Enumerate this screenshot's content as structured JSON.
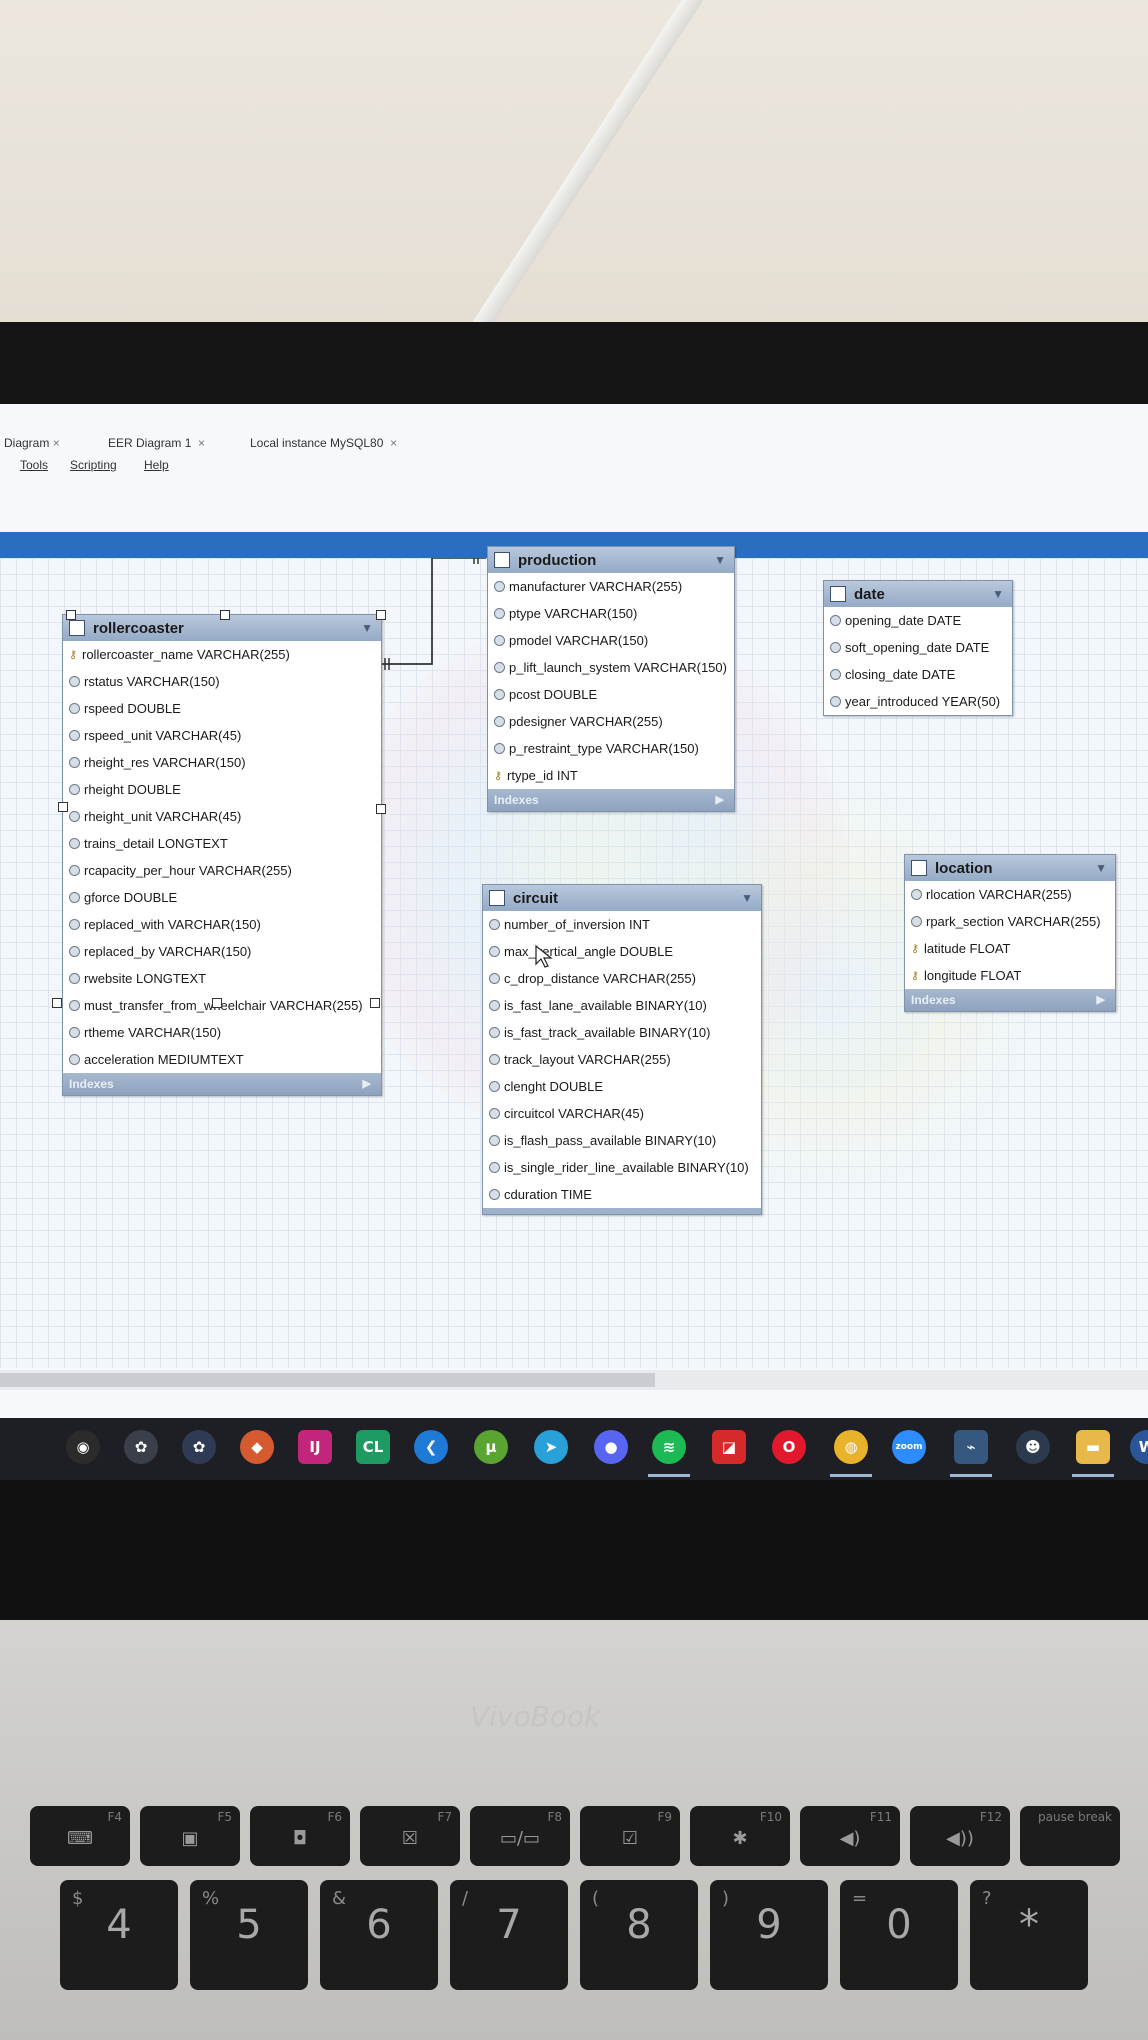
{
  "tabs": [
    {
      "label": "Diagram"
    },
    {
      "label": "EER Diagram 1"
    },
    {
      "label": "Local instance MySQL80"
    }
  ],
  "tab_close": "×",
  "menu": [
    "Tools",
    "Scripting",
    "Help"
  ],
  "tables": {
    "rollercoaster": {
      "title": "rollercoaster",
      "columns": [
        {
          "text": "rollercoaster_name VARCHAR(255)",
          "kind": "key"
        },
        {
          "text": "rstatus VARCHAR(150)",
          "kind": "field"
        },
        {
          "text": "rspeed DOUBLE",
          "kind": "field"
        },
        {
          "text": "rspeed_unit VARCHAR(45)",
          "kind": "field"
        },
        {
          "text": "rheight_res VARCHAR(150)",
          "kind": "field"
        },
        {
          "text": "rheight DOUBLE",
          "kind": "field"
        },
        {
          "text": "rheight_unit VARCHAR(45)",
          "kind": "field"
        },
        {
          "text": "trains_detail LONGTEXT",
          "kind": "field"
        },
        {
          "text": "rcapacity_per_hour VARCHAR(255)",
          "kind": "field"
        },
        {
          "text": "gforce DOUBLE",
          "kind": "field"
        },
        {
          "text": "replaced_with VARCHAR(150)",
          "kind": "field"
        },
        {
          "text": "replaced_by VARCHAR(150)",
          "kind": "field"
        },
        {
          "text": "rwebsite LONGTEXT",
          "kind": "field"
        },
        {
          "text": "must_transfer_from_wheelchair VARCHAR(255)",
          "kind": "field"
        },
        {
          "text": "rtheme VARCHAR(150)",
          "kind": "field"
        },
        {
          "text": "acceleration MEDIUMTEXT",
          "kind": "field"
        }
      ],
      "footer": "Indexes"
    },
    "production": {
      "title": "production",
      "columns": [
        {
          "text": "manufacturer VARCHAR(255)",
          "kind": "field"
        },
        {
          "text": "ptype VARCHAR(150)",
          "kind": "field"
        },
        {
          "text": "pmodel VARCHAR(150)",
          "kind": "field"
        },
        {
          "text": "p_lift_launch_system VARCHAR(150)",
          "kind": "field"
        },
        {
          "text": "pcost DOUBLE",
          "kind": "field"
        },
        {
          "text": "pdesigner VARCHAR(255)",
          "kind": "field"
        },
        {
          "text": "p_restraint_type VARCHAR(150)",
          "kind": "field"
        },
        {
          "text": "rtype_id INT",
          "kind": "key"
        }
      ],
      "footer": "Indexes"
    },
    "date": {
      "title": "date",
      "columns": [
        {
          "text": "opening_date DATE",
          "kind": "field"
        },
        {
          "text": "soft_opening_date DATE",
          "kind": "field"
        },
        {
          "text": "closing_date DATE",
          "kind": "field"
        },
        {
          "text": "year_introduced YEAR(50)",
          "kind": "field"
        }
      ]
    },
    "location": {
      "title": "location",
      "columns": [
        {
          "text": "rlocation VARCHAR(255)",
          "kind": "field"
        },
        {
          "text": "rpark_section VARCHAR(255)",
          "kind": "field"
        },
        {
          "text": "latitude FLOAT",
          "kind": "key"
        },
        {
          "text": "longitude FLOAT",
          "kind": "key"
        }
      ],
      "footer": "Indexes"
    },
    "circuit": {
      "title": "circuit",
      "columns": [
        {
          "text": "number_of_inversion INT",
          "kind": "field"
        },
        {
          "text": "max_vertical_angle DOUBLE",
          "kind": "field"
        },
        {
          "text": "c_drop_distance VARCHAR(255)",
          "kind": "field"
        },
        {
          "text": "is_fast_lane_available BINARY(10)",
          "kind": "field"
        },
        {
          "text": "is_fast_track_available BINARY(10)",
          "kind": "field"
        },
        {
          "text": "track_layout VARCHAR(255)",
          "kind": "field"
        },
        {
          "text": "clenght DOUBLE",
          "kind": "field"
        },
        {
          "text": "circuitcol VARCHAR(45)",
          "kind": "field"
        },
        {
          "text": "is_flash_pass_available BINARY(10)",
          "kind": "field"
        },
        {
          "text": "is_single_rider_line_available BINARY(10)",
          "kind": "field"
        },
        {
          "text": "cduration TIME",
          "kind": "field"
        }
      ]
    }
  },
  "taskbar": [
    {
      "icon": "obs-icon",
      "glyph": "◉",
      "color": "#2b2b2b"
    },
    {
      "icon": "davinci-resolve-icon",
      "glyph": "✿",
      "color": "#3a3f4a"
    },
    {
      "icon": "davinci-resolve-2-icon",
      "glyph": "✿",
      "color": "#2f3a55"
    },
    {
      "icon": "git-icon",
      "glyph": "◆",
      "color": "#d65a2f"
    },
    {
      "icon": "intellij-icon",
      "glyph": "IJ",
      "color": "#c2267b"
    },
    {
      "icon": "clion-icon",
      "glyph": "CL",
      "color": "#1e9b62"
    },
    {
      "icon": "vscode-icon",
      "glyph": "❮",
      "color": "#1f7ad6"
    },
    {
      "icon": "utorrent-icon",
      "glyph": "µ",
      "color": "#5aa531"
    },
    {
      "icon": "telegram-icon",
      "glyph": "➤",
      "color": "#2aa0d9"
    },
    {
      "icon": "discord-icon",
      "glyph": "●",
      "color": "#5865f2"
    },
    {
      "icon": "spotify-icon",
      "glyph": "≋",
      "color": "#1db954"
    },
    {
      "icon": "amd-icon",
      "glyph": "◪",
      "color": "#d62a2a"
    },
    {
      "icon": "opera-icon",
      "glyph": "O",
      "color": "#e2192c"
    },
    {
      "icon": "chrome-icon",
      "glyph": "◍",
      "color": "#e8b32a"
    },
    {
      "icon": "zoom-icon",
      "glyph": "zoom",
      "color": "#2d8cff"
    },
    {
      "icon": "mysql-workbench-icon",
      "glyph": "⌁",
      "color": "#36587e"
    },
    {
      "icon": "penguin-icon",
      "glyph": "☻",
      "color": "#2b3a4f"
    },
    {
      "icon": "file-explorer-icon",
      "glyph": "▬",
      "color": "#e8b84a"
    },
    {
      "icon": "word-icon",
      "glyph": "W",
      "color": "#2a5699"
    }
  ],
  "laptop_brand": "VivoBook",
  "fkeys": [
    {
      "fn": "F4",
      "ic": "⌨"
    },
    {
      "fn": "F5",
      "ic": "▣"
    },
    {
      "fn": "F6",
      "ic": "◘"
    },
    {
      "fn": "F7",
      "ic": "☒"
    },
    {
      "fn": "F8",
      "ic": "▭/▭"
    },
    {
      "fn": "F9",
      "ic": "☑"
    },
    {
      "fn": "F10",
      "ic": "✱"
    },
    {
      "fn": "F11",
      "ic": "◀)"
    },
    {
      "fn": "F12",
      "ic": "◀))"
    },
    {
      "fn": "pause break",
      "ic": ""
    }
  ],
  "numkeys": [
    {
      "top": "$",
      "main": "4"
    },
    {
      "top": "%",
      "main": "5"
    },
    {
      "top": "&",
      "main": "6"
    },
    {
      "top": "/",
      "main": "7"
    },
    {
      "top": "(",
      "main": "8"
    },
    {
      "top": ")",
      "main": "9"
    },
    {
      "top": "=",
      "main": "0"
    },
    {
      "top": "?",
      "main": "*"
    }
  ]
}
